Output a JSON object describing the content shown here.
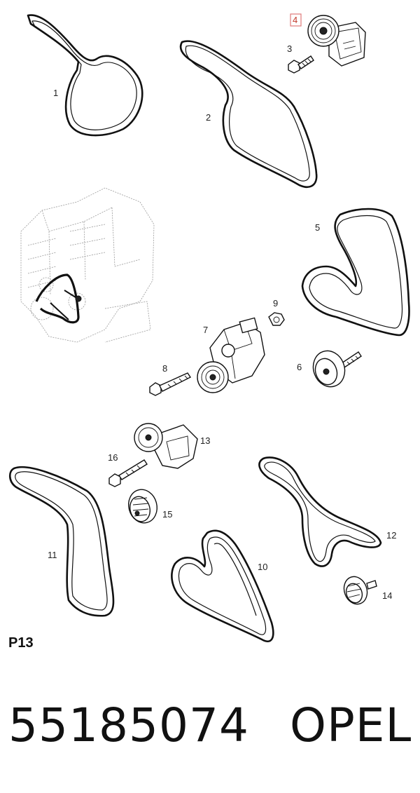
{
  "diagram": {
    "sheet_code": "P13",
    "highlighted_callout": "4",
    "callouts": [
      "1",
      "2",
      "3",
      "4",
      "5",
      "6",
      "7",
      "8",
      "9",
      "10",
      "11",
      "12",
      "13",
      "14",
      "15",
      "16"
    ]
  },
  "footer": {
    "part_number": "55185074",
    "brand": "OPEL"
  },
  "colors": {
    "line": "#111111",
    "highlight_box": "#e07a7a",
    "engine_sketch": "#9a9a9a"
  }
}
